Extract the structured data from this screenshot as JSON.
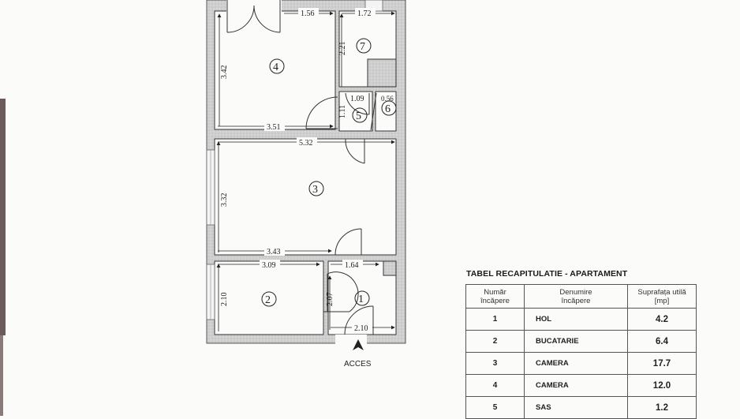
{
  "floorplan": {
    "rooms": [
      {
        "number": "1",
        "label": "1"
      },
      {
        "number": "2",
        "label": "2"
      },
      {
        "number": "3",
        "label": "3"
      },
      {
        "number": "4",
        "label": "4"
      },
      {
        "number": "5",
        "label": "5"
      },
      {
        "number": "6",
        "label": "6"
      },
      {
        "number": "7",
        "label": "7"
      }
    ],
    "dimensions": {
      "r4_top": "1.56",
      "r4_left": "3.42",
      "r4_bottom": "3.51",
      "r7_top": "1.72",
      "r7_left": "2.21",
      "r5_width": "1.09",
      "r5_height": "1.11",
      "r6_width": "0.56",
      "r3_top": "5.32",
      "r3_left": "3.32",
      "r3_bottom": "3.43",
      "r2_top": "3.09",
      "r2_left": "2.10",
      "r1_top": "1.64",
      "r1_left": "2.07",
      "r1_bottom": "2.10"
    },
    "entrance_label": "ACCES"
  },
  "table": {
    "title": "TABEL RECAPITULATIE - APARTAMENT",
    "headers": {
      "number_line1": "Număr",
      "number_line2": "încăpere",
      "name_line1": "Denumire",
      "name_line2": "încăpere",
      "area_line1": "Suprafața utilă",
      "area_line2": "[mp]"
    },
    "rows": [
      {
        "number": "1",
        "name": "HOL",
        "area": "4.2"
      },
      {
        "number": "2",
        "name": "BUCATARIE",
        "area": "6.4"
      },
      {
        "number": "3",
        "name": "CAMERA",
        "area": "17.7"
      },
      {
        "number": "4",
        "name": "CAMERA",
        "area": "12.0"
      },
      {
        "number": "5",
        "name": "SAS",
        "area": "1.2"
      }
    ]
  }
}
